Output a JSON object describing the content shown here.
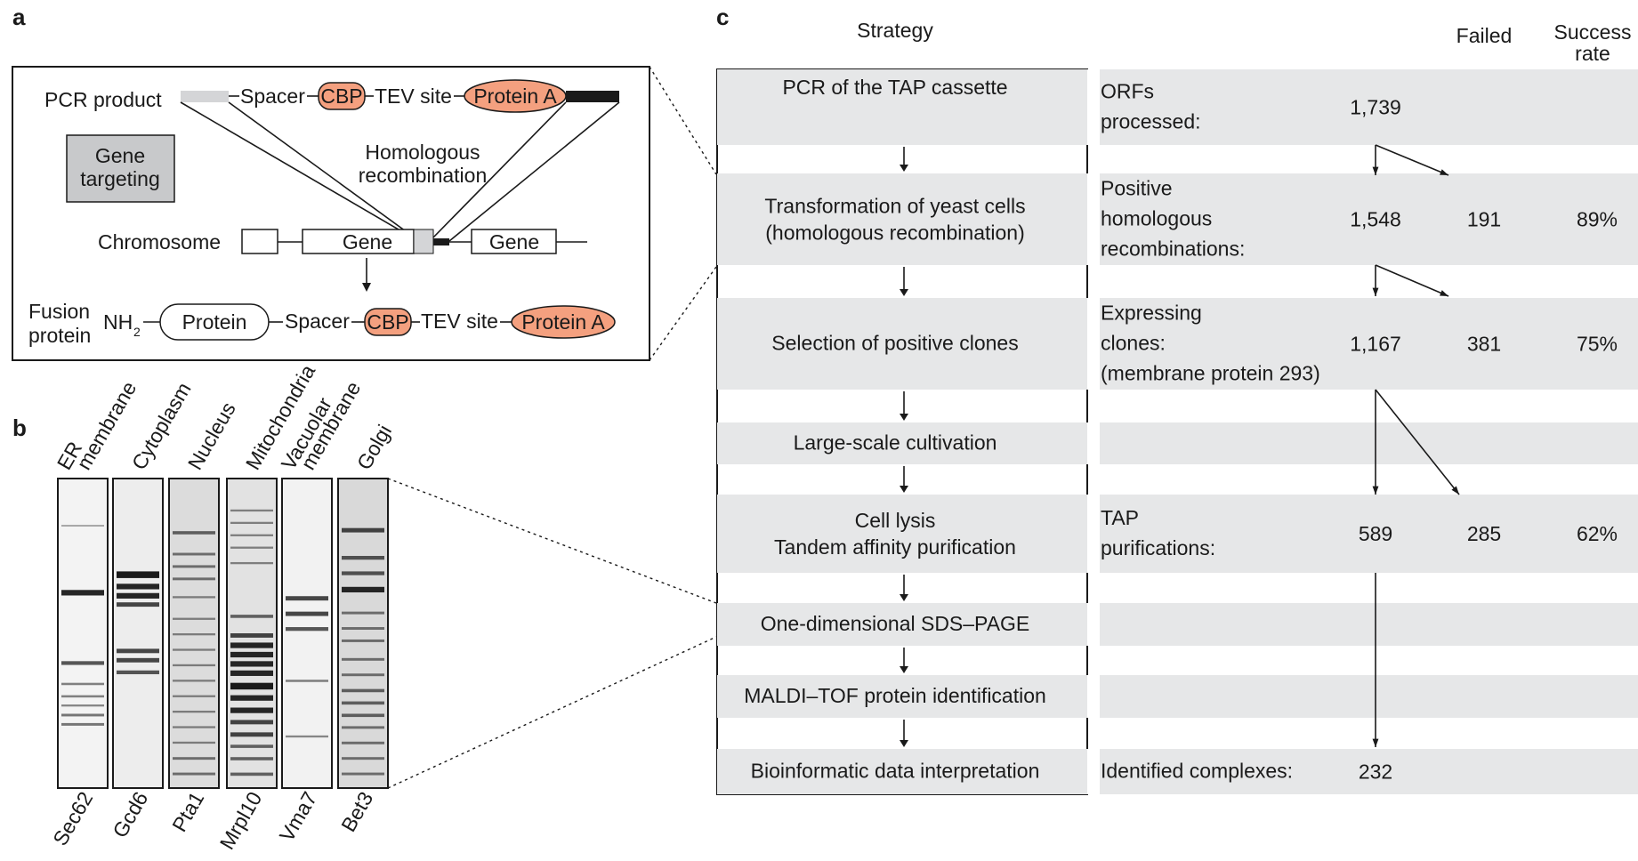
{
  "panels": {
    "a": "a",
    "b": "b",
    "c": "c"
  },
  "panel_a": {
    "pcr_product": "PCR product",
    "spacer": "Spacer",
    "cbp": "CBP",
    "tev_site": "TEV site",
    "protein_a": "Protein A",
    "gene_targeting_line1": "Gene",
    "gene_targeting_line2": "targeting",
    "homologous_line1": "Homologous",
    "homologous_line2": "recombination",
    "chromosome": "Chromosome",
    "gene": "Gene",
    "fusion_line1": "Fusion",
    "fusion_line2": "protein",
    "nh2": "NH",
    "nh2_sub": "2",
    "protein": "Protein"
  },
  "panel_b": {
    "lanes": [
      {
        "header": [
          "ER",
          "membrane"
        ],
        "protein": "Sec62"
      },
      {
        "header": [
          "Cytoplasm"
        ],
        "protein": "Gcd6"
      },
      {
        "header": [
          "Nucleus"
        ],
        "protein": "Pta1"
      },
      {
        "header": [
          "Mitochondria"
        ],
        "protein": "Mrpl10"
      },
      {
        "header": [
          "Vacuolar",
          "membrane"
        ],
        "protein": "Vma7"
      },
      {
        "header": [
          "Golgi"
        ],
        "protein": "Bet3"
      }
    ]
  },
  "panel_c": {
    "col_strategy": "Strategy",
    "col_failed": "Failed",
    "col_success_line1": "Success",
    "col_success_line2": "rate",
    "steps": [
      {
        "lines": [
          "PCR of the TAP cassette"
        ],
        "label": [
          "ORFs",
          "processed:"
        ],
        "count": "1,739",
        "failed": "",
        "rate": ""
      },
      {
        "lines": [
          "Transformation of yeast cells",
          "(homologous recombination)"
        ],
        "label": [
          "Positive",
          "homologous",
          "recombinations:"
        ],
        "count": "1,548",
        "failed": "191",
        "rate": "89%"
      },
      {
        "lines": [
          "Selection of positive clones"
        ],
        "label": [
          "Expressing",
          "clones:",
          "(membrane protein 293)"
        ],
        "count": "1,167",
        "failed": "381",
        "rate": "75%"
      },
      {
        "lines": [
          "Large-scale cultivation"
        ],
        "label": [],
        "count": "",
        "failed": "",
        "rate": ""
      },
      {
        "lines": [
          "Cell lysis",
          "Tandem affinity purification"
        ],
        "label": [
          "TAP",
          "purifications:"
        ],
        "count": "589",
        "failed": "285",
        "rate": "62%"
      },
      {
        "lines": [
          "One-dimensional SDS–PAGE"
        ],
        "label": [],
        "count": "",
        "failed": "",
        "rate": ""
      },
      {
        "lines": [
          "MALDI–TOF protein identification"
        ],
        "label": [],
        "count": "",
        "failed": "",
        "rate": ""
      },
      {
        "lines": [
          "Bioinformatic data interpretation"
        ],
        "label": [
          "Identified complexes:"
        ],
        "count": "232",
        "failed": "",
        "rate": ""
      }
    ]
  },
  "colors": {
    "orange": "#f4a07f",
    "grey_band": "#e6e7e8",
    "gene_targeting_box": "#c8c9cb",
    "ink": "#1a1a1a"
  }
}
